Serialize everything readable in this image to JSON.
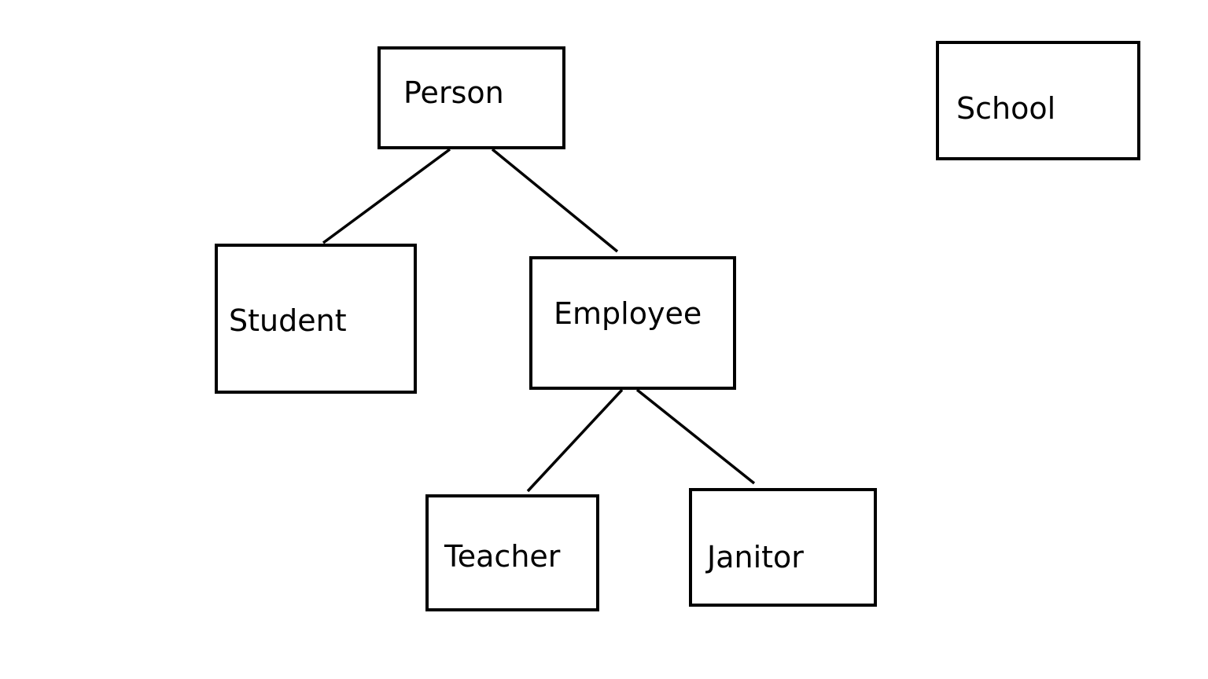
{
  "nodes": {
    "person": "Person",
    "school": "School",
    "student": "Student",
    "employee": "Employee",
    "teacher": "Teacher",
    "janitor": "Janitor"
  },
  "edges": [
    {
      "from": "person",
      "to": "student"
    },
    {
      "from": "person",
      "to": "employee"
    },
    {
      "from": "employee",
      "to": "teacher"
    },
    {
      "from": "employee",
      "to": "janitor"
    }
  ],
  "colors": {
    "stroke": "#000000",
    "background": "#ffffff"
  }
}
